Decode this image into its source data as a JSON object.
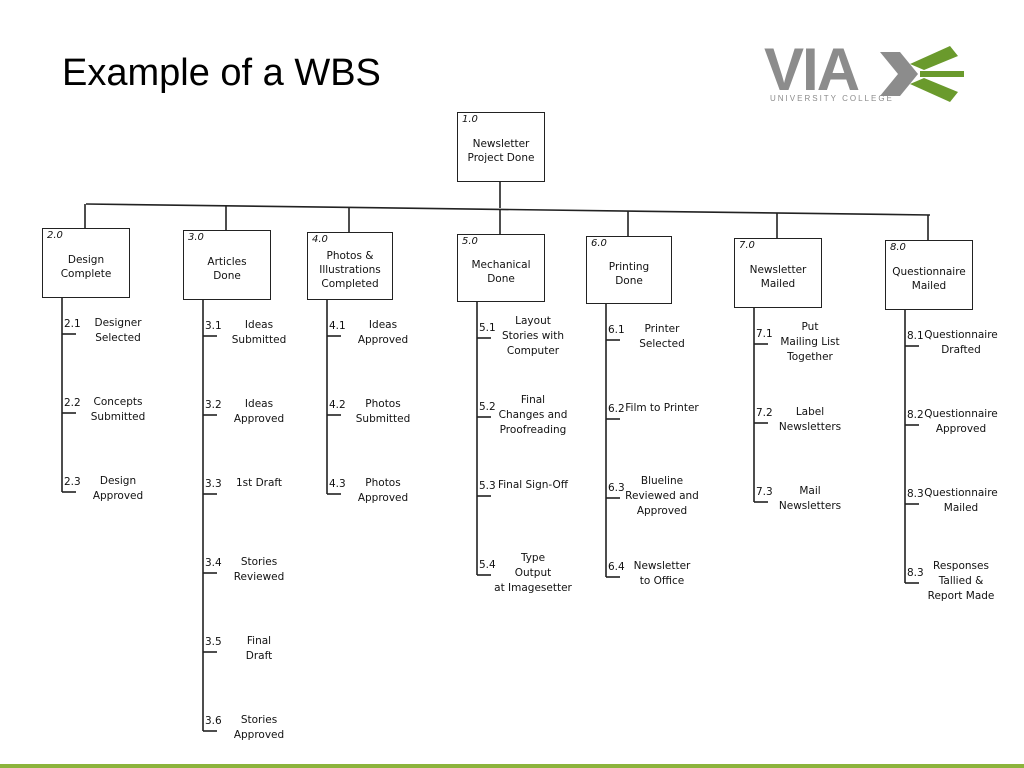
{
  "slide": {
    "title": "Example of a WBS"
  },
  "logo": {
    "text": "VIA",
    "subtitle": "UNIVERSITY COLLEGE",
    "accent_color": "#6a9a2c",
    "text_color": "#8c8c8c"
  },
  "root": {
    "number": "1.0",
    "label_lines": [
      "Newsletter",
      "Project Done"
    ]
  },
  "branches": [
    {
      "number": "2.0",
      "label_lines": [
        "Design",
        "Complete"
      ],
      "items": [
        {
          "number": "2.1",
          "lines": [
            "Designer",
            "Selected"
          ]
        },
        {
          "number": "2.2",
          "lines": [
            "Concepts",
            "Submitted"
          ]
        },
        {
          "number": "2.3",
          "lines": [
            "Design",
            "Approved"
          ]
        }
      ]
    },
    {
      "number": "3.0",
      "label_lines": [
        "Articles",
        "Done"
      ],
      "items": [
        {
          "number": "3.1",
          "lines": [
            "Ideas",
            "Submitted"
          ]
        },
        {
          "number": "3.2",
          "lines": [
            "Ideas",
            "Approved"
          ]
        },
        {
          "number": "3.3",
          "lines": [
            "1st Draft"
          ]
        },
        {
          "number": "3.4",
          "lines": [
            "Stories",
            "Reviewed"
          ]
        },
        {
          "number": "3.5",
          "lines": [
            "Final",
            "Draft"
          ]
        },
        {
          "number": "3.6",
          "lines": [
            "Stories",
            "Approved"
          ]
        }
      ]
    },
    {
      "number": "4.0",
      "label_lines": [
        "Photos &",
        "Illustrations",
        "Completed"
      ],
      "items": [
        {
          "number": "4.1",
          "lines": [
            "Ideas",
            "Approved"
          ]
        },
        {
          "number": "4.2",
          "lines": [
            "Photos",
            "Submitted"
          ]
        },
        {
          "number": "4.3",
          "lines": [
            "Photos",
            "Approved"
          ]
        }
      ]
    },
    {
      "number": "5.0",
      "label_lines": [
        "Mechanical",
        "Done"
      ],
      "items": [
        {
          "number": "5.1",
          "lines": [
            "Layout",
            "Stories with",
            "Computer"
          ]
        },
        {
          "number": "5.2",
          "lines": [
            "Final",
            "Changes and",
            "Proofreading"
          ]
        },
        {
          "number": "5.3",
          "lines": [
            "Final Sign-Off"
          ]
        },
        {
          "number": "5.4",
          "lines": [
            "Type",
            "Output",
            "at Imagesetter"
          ]
        }
      ]
    },
    {
      "number": "6.0",
      "label_lines": [
        "Printing",
        "Done"
      ],
      "items": [
        {
          "number": "6.1",
          "lines": [
            "Printer",
            "Selected"
          ]
        },
        {
          "number": "6.2",
          "lines": [
            "Film to Printer"
          ]
        },
        {
          "number": "6.3",
          "lines": [
            "Blueline",
            "Reviewed and",
            "Approved"
          ]
        },
        {
          "number": "6.4",
          "lines": [
            "Newsletter",
            "to Office"
          ]
        }
      ]
    },
    {
      "number": "7.0",
      "label_lines": [
        "Newsletter",
        "Mailed"
      ],
      "items": [
        {
          "number": "7.1",
          "lines": [
            "Put",
            "Mailing List",
            "Together"
          ]
        },
        {
          "number": "7.2",
          "lines": [
            "Label",
            "Newsletters"
          ]
        },
        {
          "number": "7.3",
          "lines": [
            "Mail",
            "Newsletters"
          ]
        }
      ]
    },
    {
      "number": "8.0",
      "label_lines": [
        "Questionnaire",
        "Mailed"
      ],
      "items": [
        {
          "number": "8.1",
          "lines": [
            "Questionnaire",
            "Drafted"
          ]
        },
        {
          "number": "8.2",
          "lines": [
            "Questionnaire",
            "Approved"
          ]
        },
        {
          "number": "8.3",
          "lines": [
            "Questionnaire",
            "Mailed"
          ]
        },
        {
          "number": "8.3",
          "lines": [
            "Responses",
            "Tallied &",
            "Report Made"
          ]
        }
      ]
    }
  ]
}
